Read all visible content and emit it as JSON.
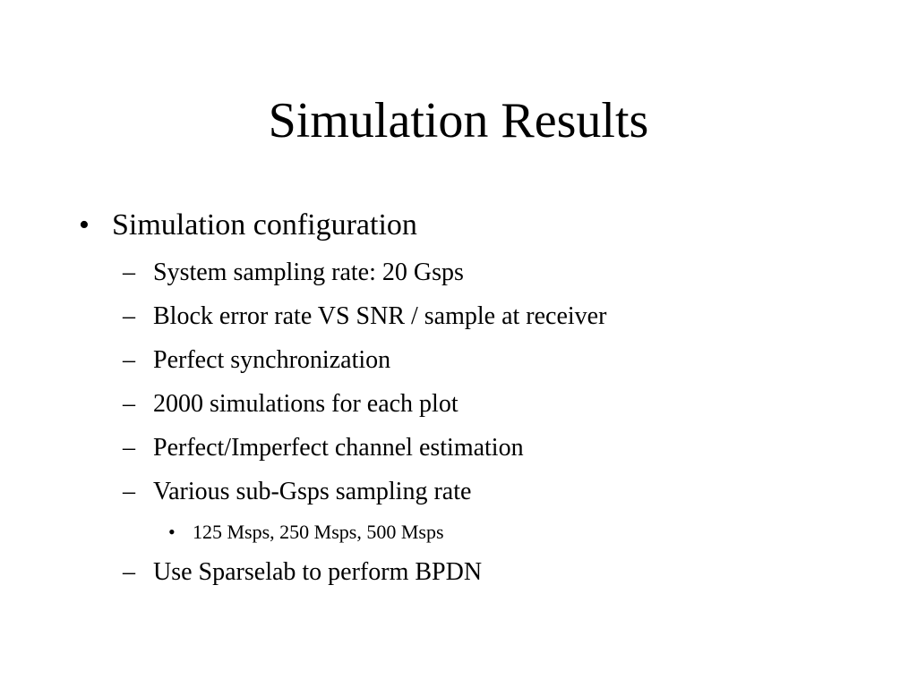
{
  "slide": {
    "title": "Simulation Results",
    "bullet_marker": "•",
    "dash_marker": "–",
    "items": [
      {
        "level": 1,
        "text": "Simulation configuration"
      },
      {
        "level": 2,
        "text": "System sampling rate: 20 Gsps"
      },
      {
        "level": 2,
        "text": "Block error rate VS SNR / sample at receiver"
      },
      {
        "level": 2,
        "text": "Perfect synchronization"
      },
      {
        "level": 2,
        "text": "2000 simulations for each plot"
      },
      {
        "level": 2,
        "text": "Perfect/Imperfect channel estimation"
      },
      {
        "level": 2,
        "text": "Various sub-Gsps sampling rate"
      },
      {
        "level": 3,
        "text": "125 Msps, 250 Msps, 500 Msps"
      },
      {
        "level": 2,
        "text": "Use Sparselab to perform BPDN"
      }
    ]
  }
}
